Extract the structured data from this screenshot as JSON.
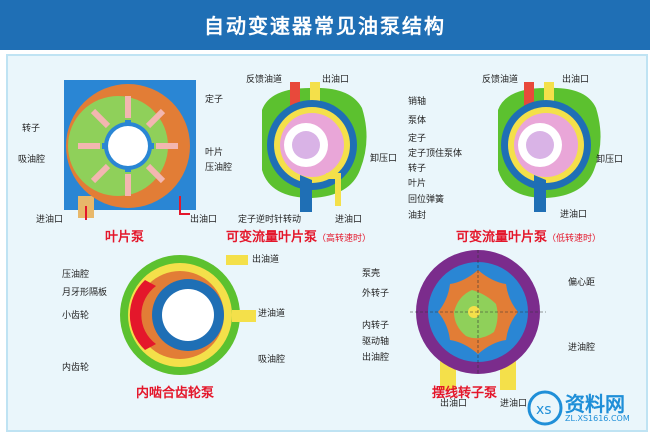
{
  "title": "自动变速器常见油泵结构",
  "vane": {
    "caption": "叶片泵",
    "labels": {
      "rotor": "转子",
      "suction": "吸油腔",
      "stator": "定子",
      "vane": "叶片",
      "press": "压油腔",
      "inlet": "进油口",
      "outlet": "出油口"
    }
  },
  "var_high": {
    "caption": "可变流量叶片泵",
    "sub": "（高转速时）",
    "labels": {
      "feedback": "反馈油道",
      "outlet": "出油口",
      "pin": "销轴",
      "body": "泵体",
      "stator": "定子",
      "pivot": "定子顶住泵体",
      "rotor": "转子",
      "vane": "叶片",
      "spring": "回位弹簧",
      "seal": "油封",
      "relief": "卸压口",
      "ccw": "定子逆时针转动",
      "inlet": "进油口"
    }
  },
  "var_low": {
    "caption": "可变流量叶片泵",
    "sub": "（低转速时）",
    "labels": {
      "feedback": "反馈油道",
      "outlet": "出油口",
      "relief": "卸压口",
      "inlet": "进油口"
    }
  },
  "gear": {
    "caption": "内啮合齿轮泵",
    "labels": {
      "press": "压油腔",
      "crescent": "月牙形隔板",
      "small": "小齿轮",
      "inner": "内齿轮",
      "outlet": "出油道",
      "inlet": "进油道",
      "suction": "吸油腔"
    }
  },
  "gerotor": {
    "caption": "摆线转子泵",
    "labels": {
      "shell": "泵壳",
      "outer": "外转子",
      "ecc": "偏心距",
      "inner": "内转子",
      "shaft": "驱动轴",
      "outcav": "出油腔",
      "incav": "进油腔",
      "outlet": "出油口",
      "inlet": "进油口"
    }
  },
  "watermark": {
    "text": "资料网",
    "url": "ZL.XS1616.COM"
  }
}
